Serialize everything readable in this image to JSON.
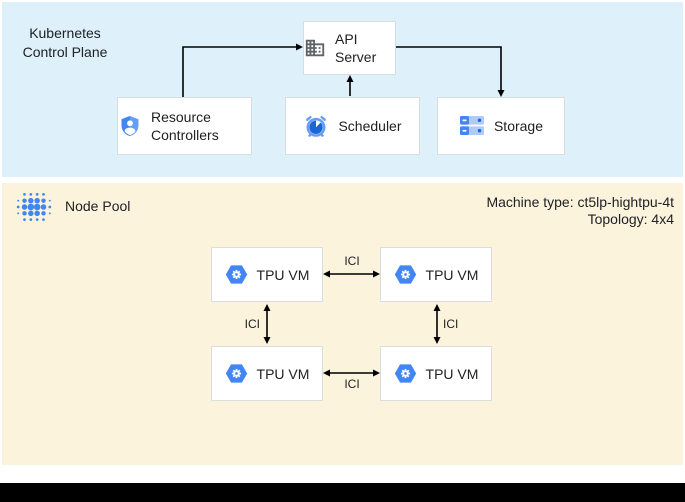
{
  "sections": {
    "control_plane": {
      "title": "Kubernetes Control Plane",
      "nodes": {
        "api_server": {
          "label": "API Server",
          "icon": "building-icon"
        },
        "resource_controllers": {
          "label": "Resource Controllers",
          "icon": "shield-user-icon"
        },
        "scheduler": {
          "label": "Scheduler",
          "icon": "alarm-clock-icon"
        },
        "storage": {
          "label": "Storage",
          "icon": "server-stack-icon"
        }
      }
    },
    "node_pool": {
      "title": "Node Pool",
      "icon": "dot-cluster-icon",
      "machine_type": "Machine type: ct5lp-hightpu-4t",
      "topology": "Topology: 4x4",
      "vms": [
        {
          "label": "TPU VM",
          "icon": "hexagon-gear-icon"
        },
        {
          "label": "TPU VM",
          "icon": "hexagon-gear-icon"
        },
        {
          "label": "TPU VM",
          "icon": "hexagon-gear-icon"
        },
        {
          "label": "TPU VM",
          "icon": "hexagon-gear-icon"
        }
      ],
      "interconnect_labels": [
        {
          "label": "ICI",
          "position": "top"
        },
        {
          "label": "ICI",
          "position": "left"
        },
        {
          "label": "ICI",
          "position": "right"
        },
        {
          "label": "ICI",
          "position": "bottom"
        }
      ]
    }
  },
  "colors": {
    "control_plane_bg": "#DEF1FB",
    "node_pool_bg": "#FBF3DC",
    "google_blue": "#4285F4",
    "medium_blue": "#669DF6",
    "light_blue": "#AECBFA",
    "dark_blue": "#1967D2",
    "icon_gray": "#5F6368",
    "box_border": "#DADCE0",
    "arrow": "#000000",
    "bottom_bar": "#000000"
  }
}
